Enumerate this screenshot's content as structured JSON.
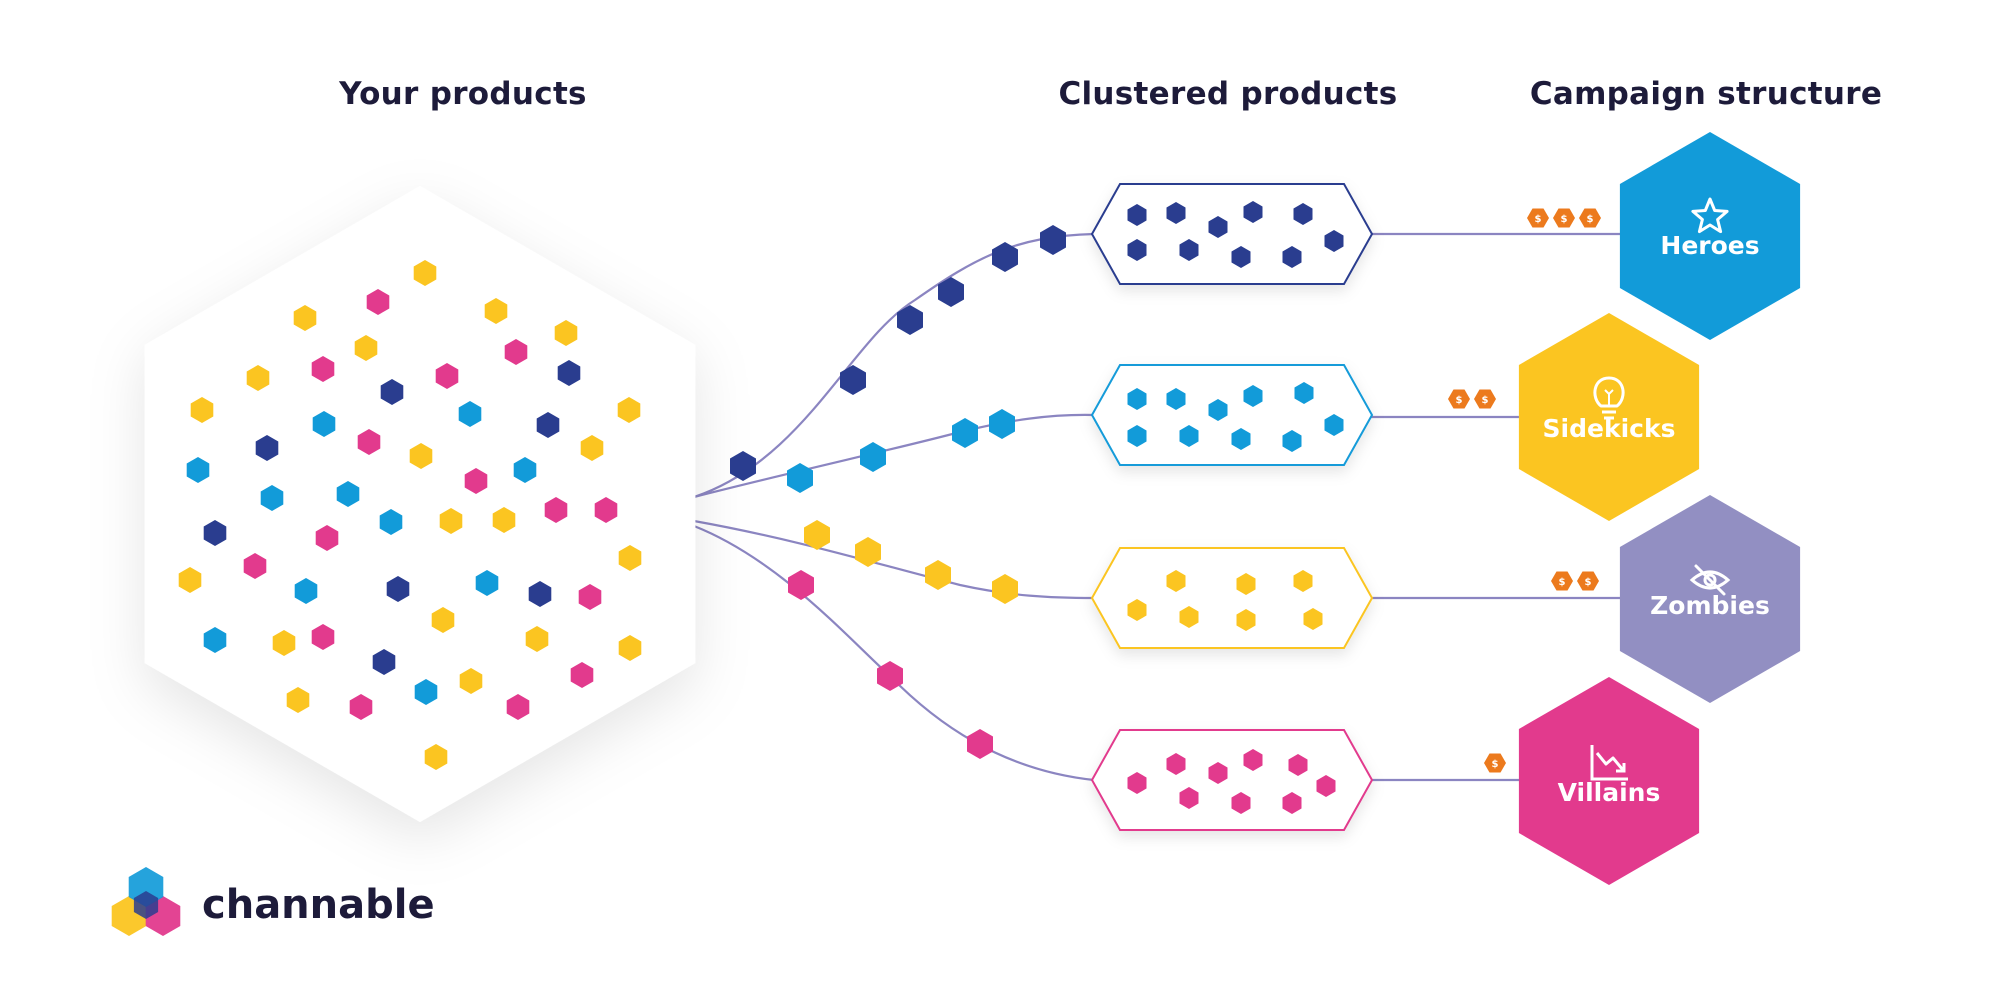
{
  "headings": {
    "your_products": "Your products",
    "clustered_products": "Clustered products",
    "campaign_structure": "Campaign structure"
  },
  "brand": {
    "name": "channable"
  },
  "colors": {
    "navy": "#2a3d8f",
    "blue": "#129bd9",
    "yellow": "#fbc521",
    "pink": "#e23a8d",
    "lavender": "#928fc2",
    "coin": "#ec7a1d",
    "line": "#8b85c1",
    "text": "#1d1b3a"
  },
  "categories": [
    {
      "key": "heroes",
      "label": "Heroes",
      "icon": "star-icon",
      "color": "#129bd9",
      "coins": 3,
      "$": "$"
    },
    {
      "key": "sidekicks",
      "label": "Sidekicks",
      "icon": "lightbulb-icon",
      "color": "#fbc521",
      "coins": 2,
      "$": "$"
    },
    {
      "key": "zombies",
      "label": "Zombies",
      "icon": "eye-off-icon",
      "color": "#928fc2",
      "coins": 2,
      "$": "$"
    },
    {
      "key": "villains",
      "label": "Villains",
      "icon": "trending-down-chart-icon",
      "color": "#e23a8d",
      "coins": 1,
      "$": "$"
    }
  ],
  "clusters": [
    {
      "key": "navy",
      "color": "#2a3d8f"
    },
    {
      "key": "blue",
      "color": "#129bd9"
    },
    {
      "key": "yellow",
      "color": "#fbc521"
    },
    {
      "key": "pink",
      "color": "#e23a8d"
    }
  ]
}
